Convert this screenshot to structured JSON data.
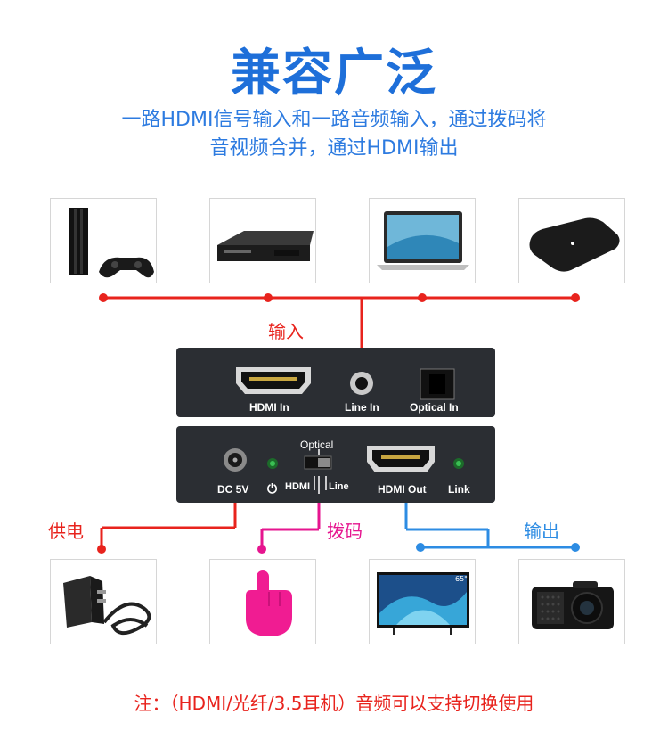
{
  "title": "兼容广泛",
  "subtitle_line1": "一路HDMI信号输入和一路音频输入，通过拨码将",
  "subtitle_line2": "音视频合并，通过HDMI输出",
  "labels": {
    "input": "输入",
    "power": "供电",
    "dip": "拨码",
    "output": "输出"
  },
  "front_panel": {
    "hdmi_in": "HDMI In",
    "line_in": "Line In",
    "optical_in": "Optical In"
  },
  "back_panel": {
    "dc": "DC 5V",
    "power_symbol": "⏻",
    "optical": "Optical",
    "hdmi": "HDMI",
    "line": "Line",
    "hdmi_out": "HDMI Out",
    "link": "Link"
  },
  "note": "注：（HDMI/光纤/3.5耳机）音频可以支持切换使用",
  "tv_badge": "65\"",
  "colors": {
    "title": "#1e6fd9",
    "subtitle": "#2d7be0",
    "input_line": "#e8231d",
    "dip_line": "#e6158f",
    "output_line": "#2d8ce3",
    "device_body": "#2b2e33"
  },
  "icons": {
    "top_devices": [
      "game-console-icon",
      "dvd-player-icon",
      "laptop-icon",
      "tv-box-icon"
    ],
    "bottom_devices": [
      "power-adapter-icon",
      "finger-press-icon",
      "television-icon",
      "projector-icon"
    ]
  }
}
